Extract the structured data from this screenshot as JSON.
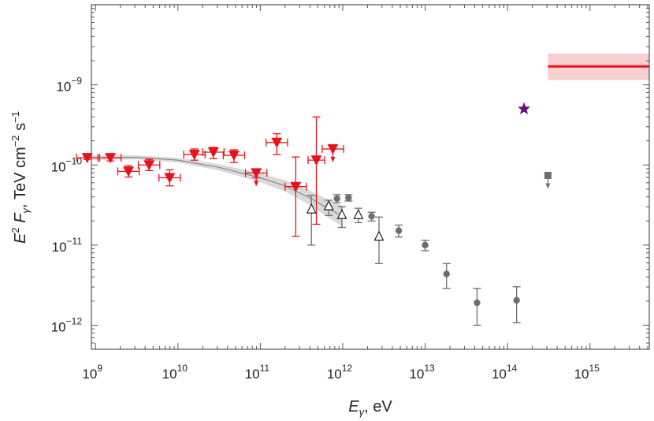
{
  "chart_data": {
    "type": "scatter",
    "x_scale": "log",
    "y_scale": "log",
    "xlim_log10": [
      8.95,
      15.72
    ],
    "ylim_log10": [
      -12.3,
      -8.0
    ],
    "grid": false,
    "legend": "none",
    "x_ticks": [
      {
        "exp": 9,
        "label": "10",
        "sup": "9"
      },
      {
        "exp": 10,
        "label": "10",
        "sup": "10"
      },
      {
        "exp": 11,
        "label": "10",
        "sup": "11"
      },
      {
        "exp": 12,
        "label": "10",
        "sup": "12"
      },
      {
        "exp": 13,
        "label": "10",
        "sup": "13"
      },
      {
        "exp": 14,
        "label": "10",
        "sup": "14"
      },
      {
        "exp": 15,
        "label": "10",
        "sup": "15"
      }
    ],
    "y_ticks": [
      {
        "exp": -12,
        "label": "10",
        "sup": "−12"
      },
      {
        "exp": -11,
        "label": "10",
        "sup": "−11"
      },
      {
        "exp": -10,
        "label": "10",
        "sup": "−10"
      },
      {
        "exp": -9,
        "label": "10",
        "sup": "−9"
      }
    ],
    "xlabel": {
      "main": "E",
      "sub": "γ",
      "rest": ", eV"
    },
    "ylabel": {
      "e": "E",
      "esup": "2",
      "f": "F",
      "fsub": "γ",
      "mid": ", TeV cm",
      "cmsup": "−2",
      "s": " s",
      "ssup": "−1"
    },
    "colors": {
      "red": "#e8131a",
      "gray": "#6e6e6e",
      "purple": "#6b0f86",
      "band": "#d9d9d9",
      "model": "#7a7a7a",
      "red_band": "#f9d0d2",
      "axis": "#555555"
    },
    "model_curve": {
      "x_log10": [
        8.95,
        9.5,
        10.0,
        10.5,
        11.0,
        11.3,
        11.6,
        11.8,
        12.0
      ],
      "y_log10": [
        -9.91,
        -9.905,
        -9.94,
        -10.03,
        -10.16,
        -10.26,
        -10.41,
        -10.53,
        -10.64
      ],
      "band_halfwidth_dex": [
        0.03,
        0.025,
        0.03,
        0.04,
        0.055,
        0.07,
        0.09,
        0.11,
        0.13
      ]
    },
    "series": [
      {
        "marker": "triangle-down",
        "color": "red",
        "points": [
          {
            "x": 8.9,
            "y": -9.91,
            "xerr": 0.13,
            "yerr": 0.02
          },
          {
            "x": 9.18,
            "y": -9.91,
            "xerr": 0.13,
            "yerr": 0.04
          },
          {
            "x": 9.4,
            "y": -10.08,
            "xerr": 0.13,
            "yerr": [
              0.07,
              0.07
            ]
          },
          {
            "x": 9.65,
            "y": -10.0,
            "xerr": 0.13,
            "yerr": [
              0.07,
              0.07
            ]
          },
          {
            "x": 9.9,
            "y": -10.16,
            "xerr": 0.13,
            "yerr": [
              0.1,
              0.1
            ]
          },
          {
            "x": 10.2,
            "y": -9.87,
            "xerr": 0.13,
            "yerr": [
              0.07,
              0.07
            ]
          },
          {
            "x": 10.43,
            "y": -9.84,
            "xerr": 0.13,
            "yerr": [
              0.08,
              0.06
            ]
          },
          {
            "x": 10.68,
            "y": -9.88,
            "xerr": 0.13,
            "yerr": [
              0.09,
              0.07
            ]
          },
          {
            "x": 10.95,
            "y": -10.1,
            "xerr": 0.13,
            "yerr": [
              0.06,
              0.05
            ],
            "upper_limit": true
          },
          {
            "x": 11.2,
            "y": -9.72,
            "xerr": 0.13,
            "yerr": [
              0.15,
              0.11
            ]
          },
          {
            "x": 11.43,
            "y": -10.27,
            "xerr": 0.13,
            "yerr": [
              0.62,
              0.37
            ]
          },
          {
            "x": 11.68,
            "y": -9.94,
            "xerr": 0.1,
            "yerr": [
              0.8,
              0.54
            ]
          },
          {
            "x": 11.88,
            "y": -9.8,
            "xerr": 0.13,
            "yerr": [
              0.0,
              0.0
            ],
            "upper_limit": true
          }
        ]
      },
      {
        "marker": "triangle-up-open",
        "color": "gray",
        "points": [
          {
            "x": 11.62,
            "y": -10.55,
            "yerr": [
              0.45,
              0.17
            ]
          },
          {
            "x": 11.83,
            "y": -10.51,
            "yerr": [
              0.12,
              0.07
            ]
          },
          {
            "x": 11.99,
            "y": -10.62,
            "yerr": [
              0.16,
              0.1
            ]
          },
          {
            "x": 12.19,
            "y": -10.62,
            "yerr": [
              0.1,
              0.08
            ]
          },
          {
            "x": 12.44,
            "y": -10.89,
            "yerr": [
              0.34,
              0.24
            ]
          }
        ]
      },
      {
        "marker": "circle",
        "color": "gray",
        "points": [
          {
            "x": 11.93,
            "y": -10.42,
            "yerr": [
              0.05,
              0.05
            ]
          },
          {
            "x": 12.07,
            "y": -10.41,
            "yerr": [
              0.04,
              0.04
            ]
          },
          {
            "x": 12.35,
            "y": -10.64,
            "yerr": [
              0.06,
              0.05
            ]
          },
          {
            "x": 12.68,
            "y": -10.82,
            "yerr": [
              0.08,
              0.07
            ]
          },
          {
            "x": 13.0,
            "y": -11.0,
            "yerr": [
              0.07,
              0.06
            ]
          },
          {
            "x": 13.26,
            "y": -11.36,
            "yerr": [
              0.18,
              0.13
            ]
          },
          {
            "x": 13.63,
            "y": -11.72,
            "yerr": [
              0.28,
              0.18
            ]
          },
          {
            "x": 14.11,
            "y": -11.69,
            "yerr": [
              0.28,
              0.17
            ]
          }
        ]
      },
      {
        "marker": "square",
        "color": "gray",
        "points": [
          {
            "x": 14.49,
            "y": -10.13,
            "upper_limit": true
          }
        ]
      },
      {
        "marker": "star",
        "color": "purple",
        "points": [
          {
            "x": 14.2,
            "y": -9.3
          }
        ]
      },
      {
        "marker": "hline-band",
        "color": "red",
        "points": [
          {
            "x_from": 14.49,
            "x_to": 15.72,
            "y": -8.77,
            "band": [
              -8.94,
              -8.61
            ]
          }
        ]
      }
    ]
  }
}
